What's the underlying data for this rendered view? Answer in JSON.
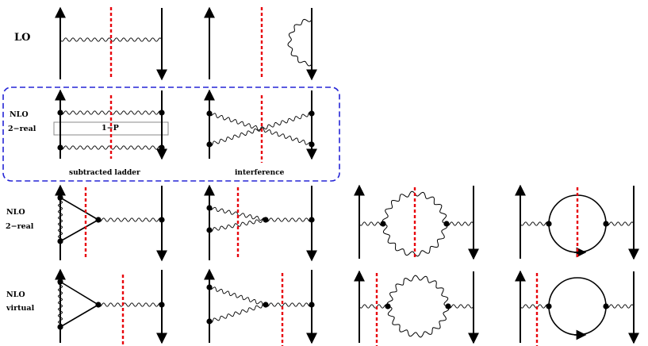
{
  "rows": {
    "lo": {
      "label": "LO"
    },
    "nlo_real_box": {
      "label": "NLO",
      "sublabel": "2−real"
    },
    "nlo_real": {
      "label": "NLO",
      "sublabel": "2−real"
    },
    "nlo_virtual": {
      "label": "NLO",
      "sublabel": "virtual"
    }
  },
  "box": {
    "projector": "1−P",
    "caption_left": "subtracted ladder",
    "caption_right": "interference"
  },
  "colors": {
    "line": "#000000",
    "cut": "#e8000b",
    "box_border": "#2525d6",
    "projector_border": "#888888"
  }
}
